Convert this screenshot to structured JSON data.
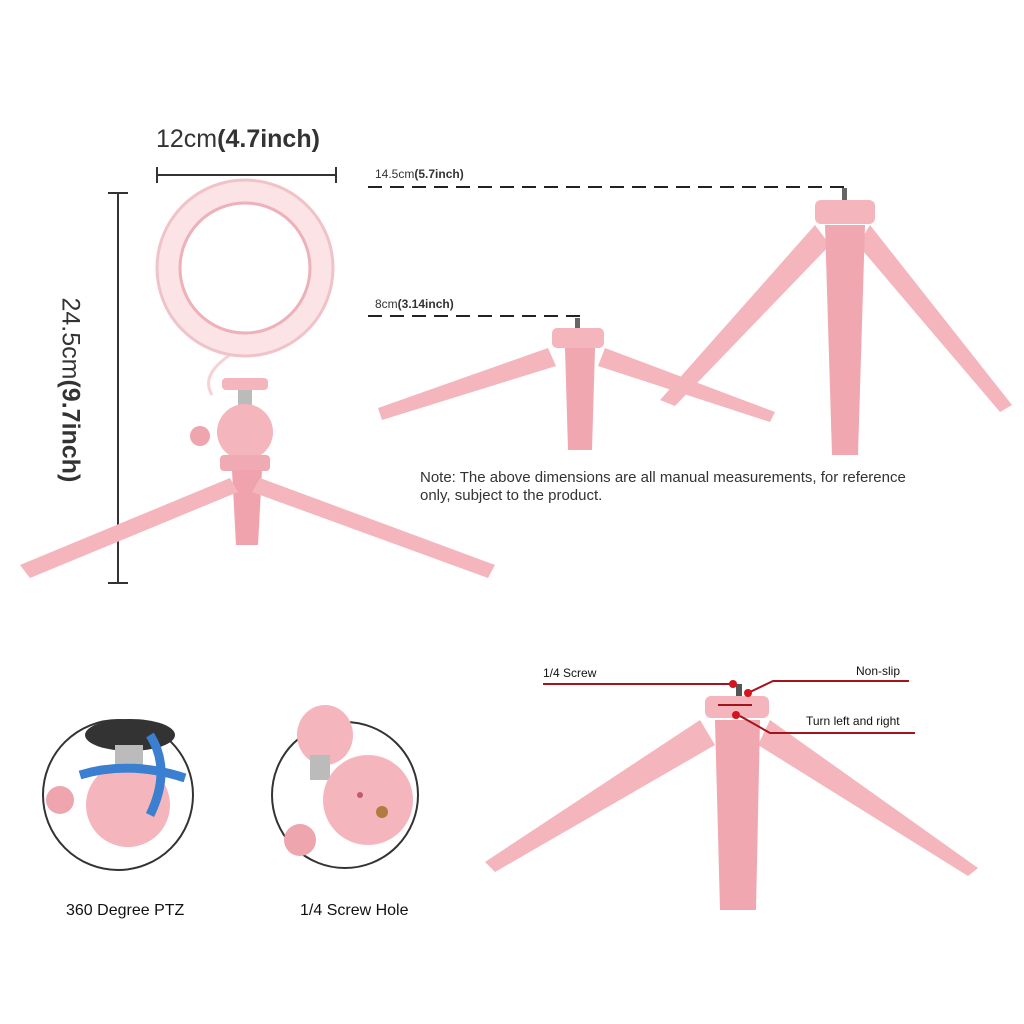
{
  "ring_light": {
    "width_cm": "12cm",
    "width_inch": "(4.7inch)",
    "height_cm": "24.5cm",
    "height_inch": "(9.7inch)"
  },
  "tripod_dims": {
    "tall_cm": "14.5cm",
    "tall_inch": "(5.7inch)",
    "short_cm": "8cm",
    "short_inch": "(3.14inch)"
  },
  "note": {
    "line1": "Note: The above dimensions are all manual measurements, for reference",
    "line2": "only, subject to the product."
  },
  "details": {
    "ptz_label": "360 Degree PTZ",
    "screw_hole_label": "1/4 Screw Hole"
  },
  "callouts": {
    "screw": "1/4 Screw",
    "non_slip": "Non-slip",
    "turn": "Turn left and right"
  },
  "colors": {
    "pink": "#f4b5bc",
    "pink_dark": "#e49aa4",
    "callout": "#a3141c"
  }
}
